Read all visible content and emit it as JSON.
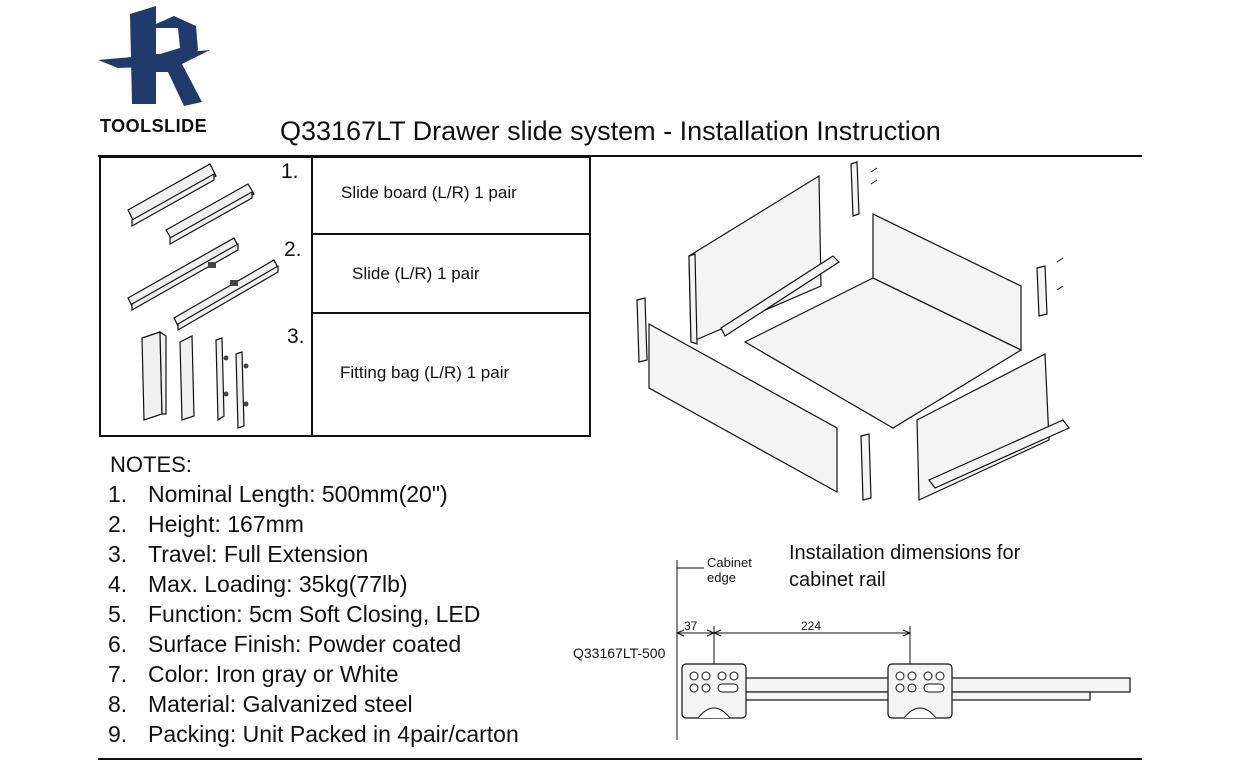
{
  "header": {
    "brand": "TOOLSLIDE",
    "title": "Q33167LT Drawer slide system - Installation Instruction"
  },
  "parts": [
    {
      "number": "1.",
      "label": "Slide board (L/R) 1 pair"
    },
    {
      "number": "2.",
      "label": "Slide (L/R) 1 pair"
    },
    {
      "number": "3.",
      "label": "Fitting bag (L/R) 1 pair"
    }
  ],
  "notes": {
    "title": "NOTES:",
    "items": [
      {
        "n": "1.",
        "text": "Nominal Length: 500mm(20\")"
      },
      {
        "n": "2.",
        "text": "Height: 167mm"
      },
      {
        "n": "3.",
        "text": "Travel: Full Extension"
      },
      {
        "n": "4.",
        "text": "Max. Loading: 35kg(77lb)"
      },
      {
        "n": "5.",
        "text": "Function: 5cm Soft Closing, LED"
      },
      {
        "n": "6.",
        "text": "Surface Finish: Powder coated"
      },
      {
        "n": "7.",
        "text": "Color: Iron gray or White"
      },
      {
        "n": "8.",
        "text": "Material: Galvanized steel"
      },
      {
        "n": "9.",
        "text": "Packing: Unit Packed in 4pair/carton"
      }
    ]
  },
  "dimensions": {
    "label_line1": "Instailation dimensions for",
    "label_line2": "cabinet rail",
    "cabinet_edge_line1": "Cabinet",
    "cabinet_edge_line2": "edge",
    "model": "Q33167LT-500",
    "dim_a": "37",
    "dim_b": "224"
  },
  "colors": {
    "logo_blue": "#1f3a6b",
    "line": "#111111",
    "panel_fill": "#f4f4f4"
  }
}
